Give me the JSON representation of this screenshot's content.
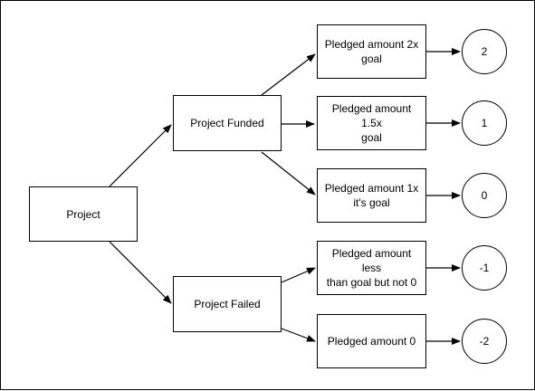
{
  "diagram": {
    "colors": {
      "stroke": "#000000",
      "fill": "#ffffff",
      "text": "#000000"
    },
    "nodes": {
      "project": "Project",
      "funded": "Project Funded",
      "failed": "Project Failed",
      "pledged_2x": "Pledged amount 2x\ngoal",
      "pledged_1_5x": "Pledged amount 1.5x\ngoal",
      "pledged_1x": "Pledged amount 1x\nit's goal",
      "pledged_less": "Pledged amount less\nthan goal but not 0",
      "pledged_0": "Pledged amount 0",
      "score_2": "2",
      "score_1": "1",
      "score_0": "0",
      "score_neg1": "-1",
      "score_neg2": "-2"
    },
    "edges": [
      {
        "from": "project",
        "to": "funded"
      },
      {
        "from": "project",
        "to": "failed"
      },
      {
        "from": "funded",
        "to": "pledged_2x"
      },
      {
        "from": "funded",
        "to": "pledged_1_5x"
      },
      {
        "from": "funded",
        "to": "pledged_1x"
      },
      {
        "from": "failed",
        "to": "pledged_less"
      },
      {
        "from": "failed",
        "to": "pledged_0"
      },
      {
        "from": "pledged_2x",
        "to": "score_2"
      },
      {
        "from": "pledged_1_5x",
        "to": "score_1"
      },
      {
        "from": "pledged_1x",
        "to": "score_0"
      },
      {
        "from": "pledged_less",
        "to": "score_neg1"
      },
      {
        "from": "pledged_0",
        "to": "score_neg2"
      }
    ]
  }
}
